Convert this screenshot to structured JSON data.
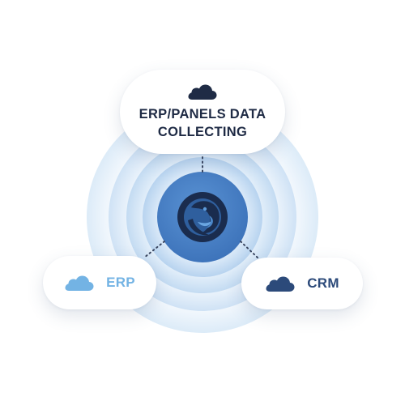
{
  "colors": {
    "ring_outer": "#eaf3fb",
    "ring_mid": "#d6e7f7",
    "ring_inner": "#c4dcf3",
    "center_disc": "#4b84c9",
    "logo_dark": "#1a2c4e",
    "top_cloud": "#1f2b45",
    "erp_cloud": "#73b3e4",
    "crm_cloud": "#2c4a7a",
    "connector": "#3a4660"
  },
  "center": {
    "logo_icon": "bird-logo-icon"
  },
  "nodes": {
    "top": {
      "icon": "cloud-icon",
      "line1": "ERP/PANELS DATA",
      "line2": "COLLECTING",
      "text_color": "#1e2a44"
    },
    "left": {
      "icon": "cloud-icon",
      "label": "ERP",
      "text_color": "#73b3e4"
    },
    "right": {
      "icon": "cloud-icon",
      "label": "CRM",
      "text_color": "#2c4a7a"
    }
  }
}
